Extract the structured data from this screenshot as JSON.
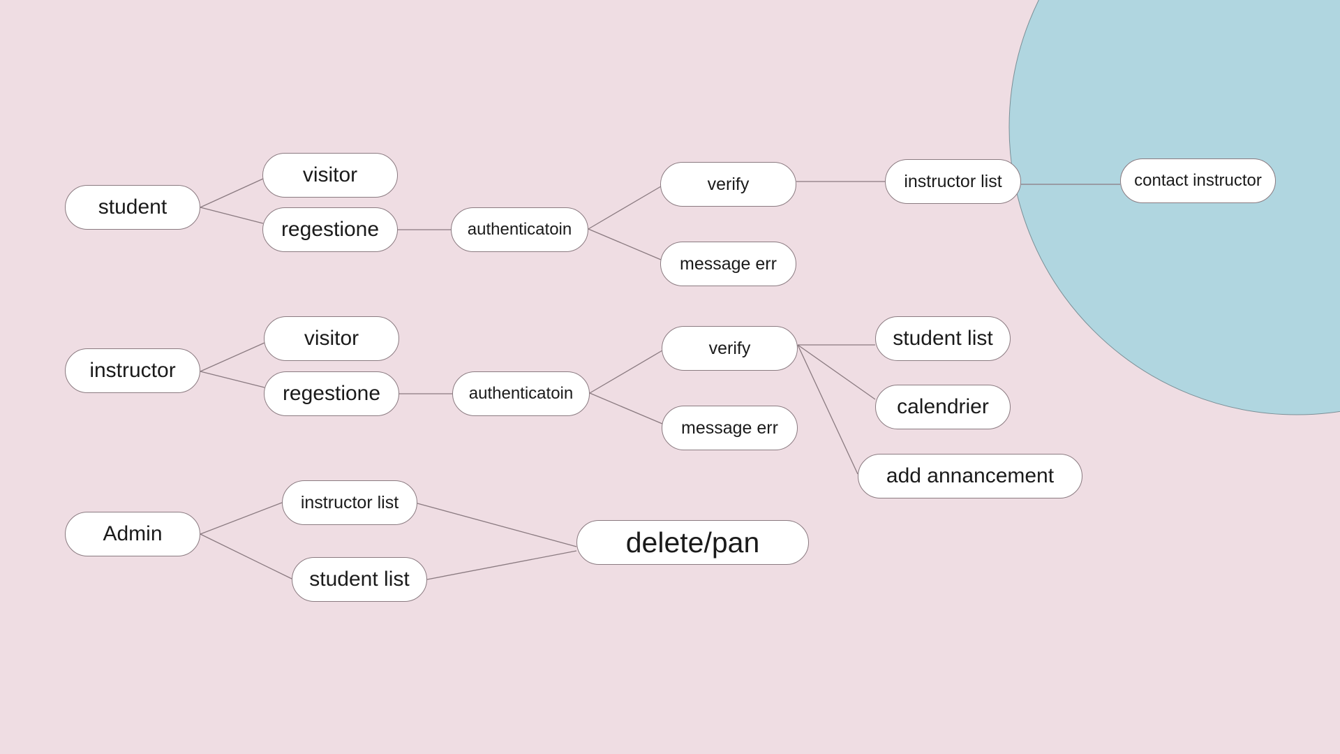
{
  "colors": {
    "background": "#efdde3",
    "highlight_circle": "#b0d6e0",
    "node_fill": "#ffffff",
    "node_border": "#8a7a80",
    "connector": "#8a7a80"
  },
  "student_branch": {
    "root": "student",
    "visitor": "visitor",
    "registration": "regestione",
    "authentication": "authenticatoin",
    "verify": "verify",
    "error": "message err",
    "instructor_list": "instructor list",
    "contact": "contact instructor"
  },
  "instructor_branch": {
    "root": "instructor",
    "visitor": "visitor",
    "registration": "regestione",
    "authentication": "authenticatoin",
    "verify": "verify",
    "error": "message err",
    "student_list": "student list",
    "calendar": "calendrier",
    "announcement": "add annancement"
  },
  "admin_branch": {
    "root": "Admin",
    "instructor_list": "instructor list",
    "student_list": "student list",
    "action": "delete/pan"
  }
}
